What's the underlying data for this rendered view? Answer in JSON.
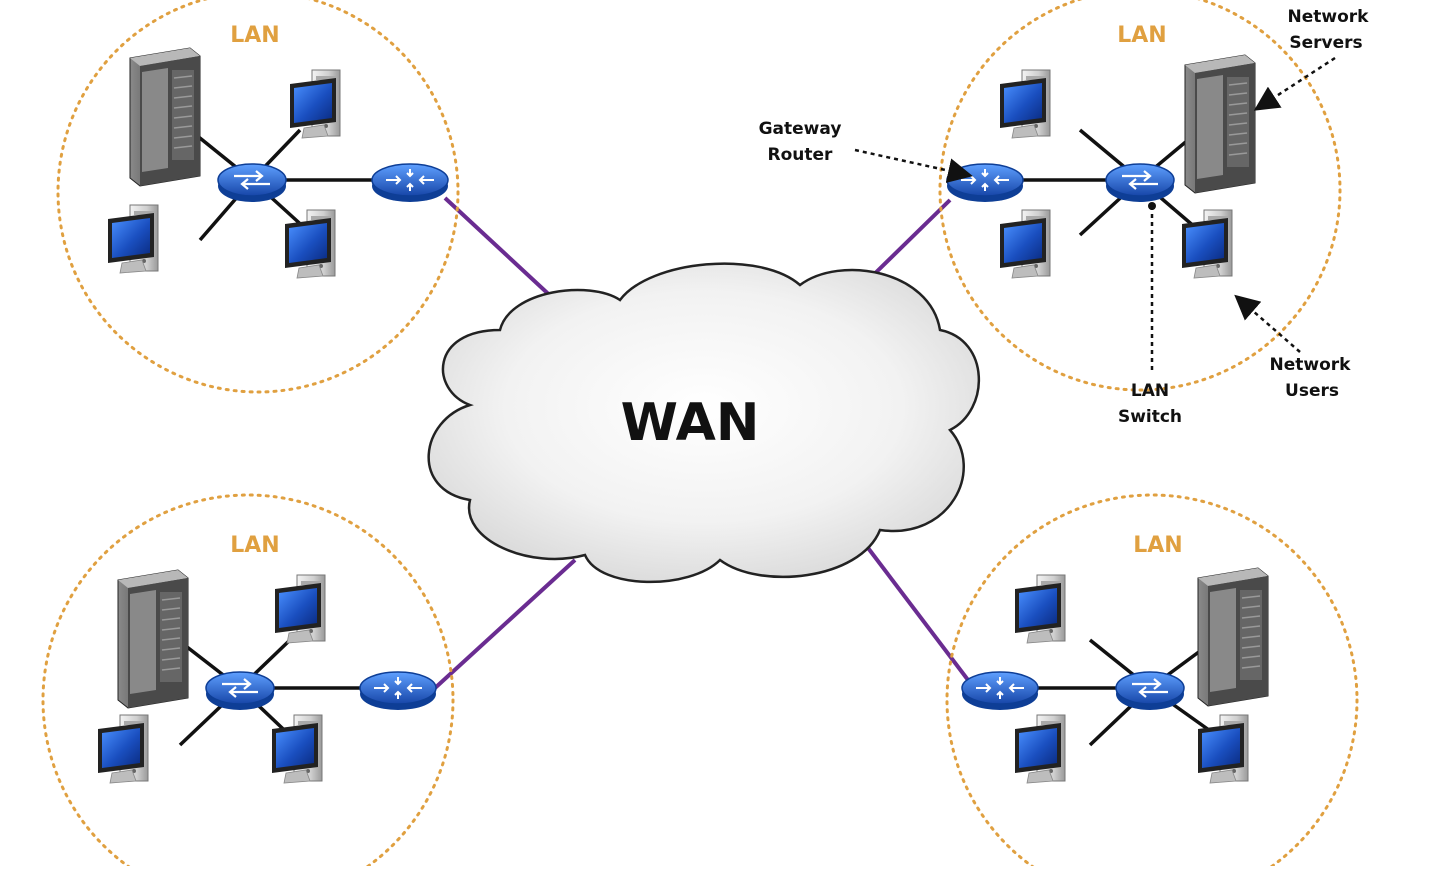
{
  "diagram": {
    "center_label": "WAN",
    "lans": [
      {
        "id": "top-left",
        "label": "LAN"
      },
      {
        "id": "top-right",
        "label": "LAN"
      },
      {
        "id": "bottom-left",
        "label": "LAN"
      },
      {
        "id": "bottom-right",
        "label": "LAN"
      }
    ],
    "callouts": {
      "gateway_router_1": "Gateway",
      "gateway_router_2": "Router",
      "network_servers_1": "Network",
      "network_servers_2": "Servers",
      "lan_switch_1": "LAN",
      "lan_switch_2": "Switch",
      "network_users_1": "Network",
      "network_users_2": "Users"
    },
    "colors": {
      "lan_circle": "#E0A040",
      "wan_link": "#6A2C91",
      "device_blue": "#1F5FB8",
      "cable": "#111111"
    }
  }
}
